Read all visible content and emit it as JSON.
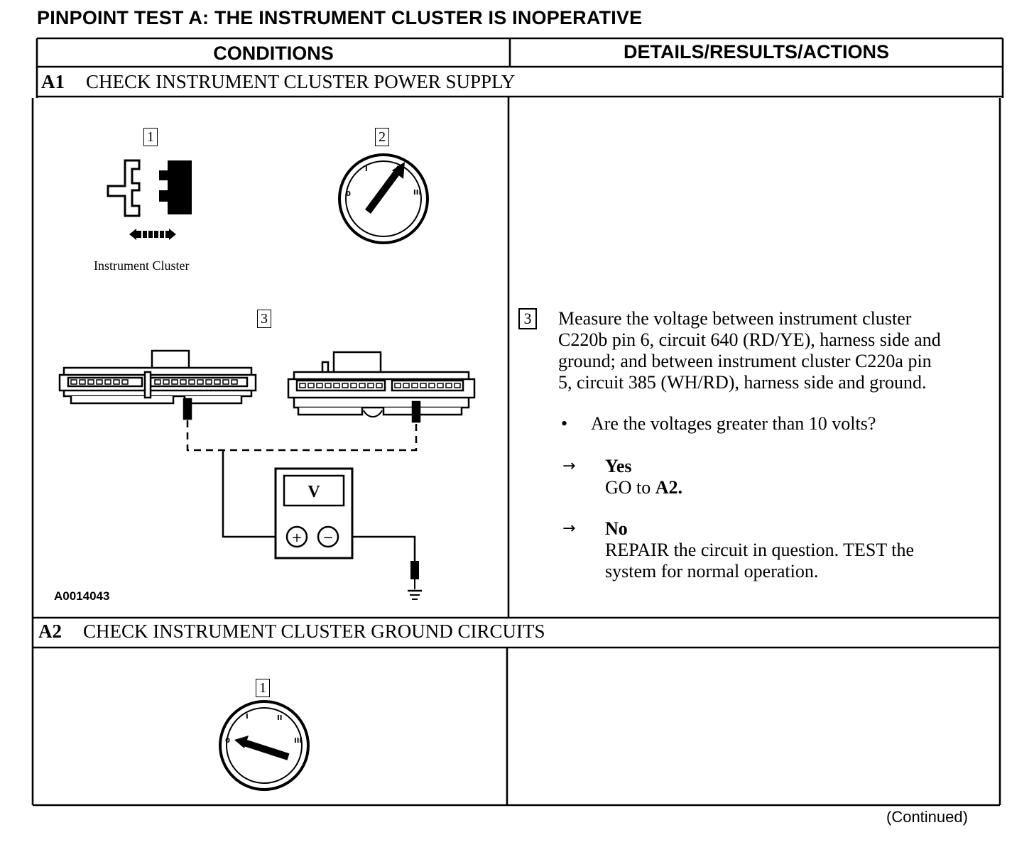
{
  "title": "PINPOINT TEST A: THE INSTRUMENT CLUSTER IS INOPERATIVE",
  "headers": {
    "conditions": "CONDITIONS",
    "details": "DETAILS/RESULTS/ACTIONS"
  },
  "steps": [
    {
      "id": "A1",
      "title": "CHECK INSTRUMENT CLUSTER POWER SUPPLY"
    },
    {
      "id": "A2",
      "title": "CHECK INSTRUMENT CLUSTER GROUND CIRCUITS"
    }
  ],
  "a1": {
    "callouts": [
      "1",
      "2",
      "3"
    ],
    "connector_label": "Instrument Cluster",
    "figure_code": "A0014043",
    "meter_label": "V",
    "meter_plus": "+",
    "meter_minus": "−",
    "instruction_callout": "3",
    "instruction_lines": [
      "Measure the voltage between instrument cluster",
      "C220b pin 6, circuit 640 (RD/YE), harness side and",
      "ground; and between instrument cluster C220a pin",
      "5, circuit 385 (WH/RD), harness side and ground."
    ],
    "question": "Are the voltages greater than 10 volts?",
    "yes_label": "Yes",
    "yes_action_prefix": "GO to ",
    "yes_action_target": "A2.",
    "no_label": "No",
    "no_action_lines": [
      "REPAIR the circuit in question. TEST the",
      "system for normal operation."
    ],
    "switch_marks": [
      "0",
      "I",
      "II",
      "III"
    ]
  },
  "a2": {
    "callouts": [
      "1"
    ]
  },
  "footer": "(Continued)",
  "colors": {
    "ink": "#000000",
    "paper": "#ffffff"
  }
}
